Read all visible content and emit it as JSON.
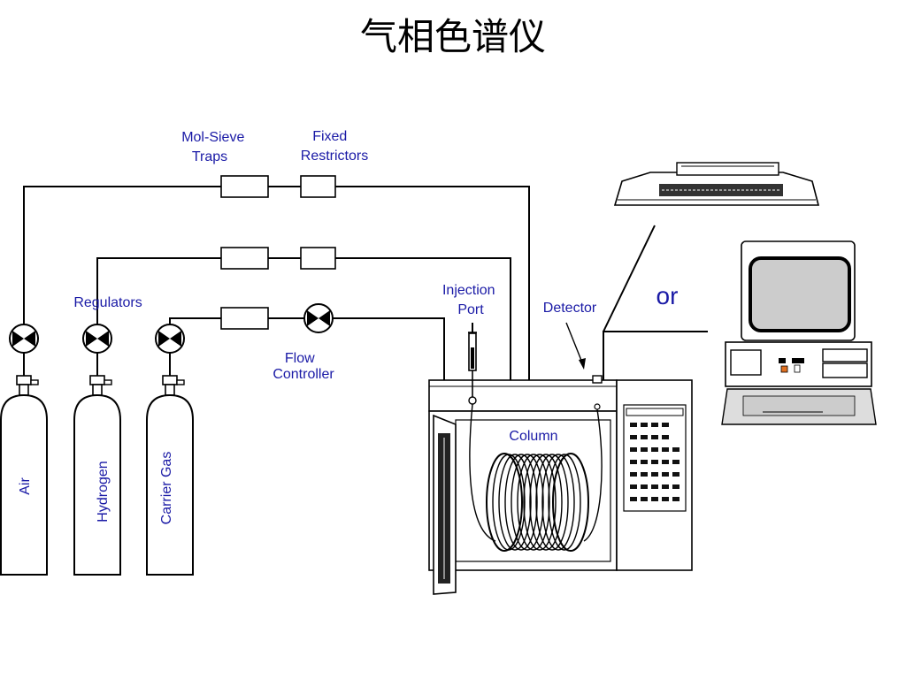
{
  "title": "气相色谱仪",
  "labels": {
    "mol_sieve_traps": [
      "Mol-Sieve",
      "Traps"
    ],
    "fixed_restrictors": [
      "Fixed",
      "Restrictors"
    ],
    "regulators": "Regulators",
    "flow_controller": [
      "Flow",
      "Controller"
    ],
    "injection_port": [
      "Injection",
      "Port"
    ],
    "detector": "Detector",
    "column": "Column",
    "or": "or"
  },
  "cylinders": [
    "Air",
    "Hydrogen",
    "Carrier Gas"
  ],
  "colors": {
    "label": "#1a1aa6",
    "line": "#000000"
  }
}
